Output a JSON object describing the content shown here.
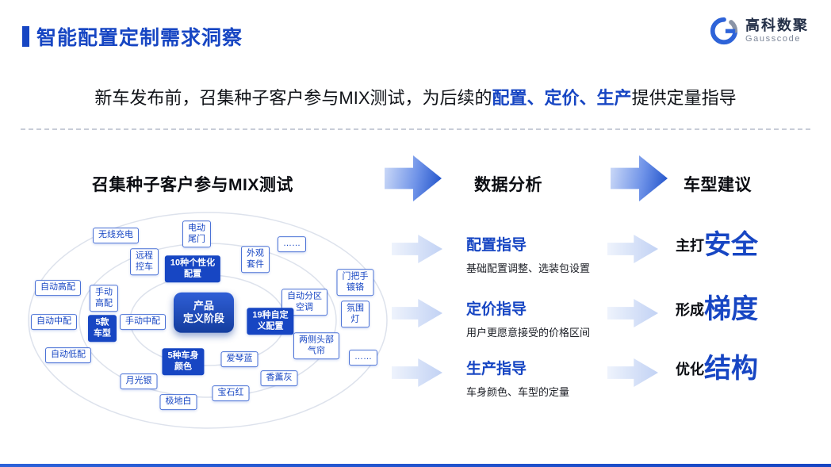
{
  "slide": {
    "title": "智能配置定制需求洞察",
    "logo": {
      "name": "高科数聚",
      "sub": "Gausscode"
    },
    "subtitle": {
      "prefix": "新车发布前，召集种子客户参与MIX测试，为后续的",
      "highlight": "配置、定价、生产",
      "suffix": "提供定量指导"
    },
    "flow": {
      "step1": "召集种子客户参与MIX测试",
      "step2": "数据分析",
      "step3": "车型建议"
    }
  },
  "diagram": {
    "center": "产品\n定义阶段",
    "nodes": [
      "无线充电",
      "电动\n尾门",
      "远程\n控车",
      "10种个性化\n配置",
      "外观\n套件",
      "……",
      "自动高配",
      "手动\n高配",
      "自动中配",
      "手动中配",
      "5款\n车型",
      "自动低配",
      "门把手\n镀铬",
      "自动分区\n空调",
      "氛围\n灯",
      "19种自定\n义配置",
      "两侧头部\n气帘",
      "……",
      "5种车身\n颜色",
      "爱琴蓝",
      "香薰灰",
      "月光银",
      "极地白",
      "宝石红"
    ]
  },
  "analysis": [
    {
      "title": "配置指导",
      "desc": "基础配置调整、选装包设置"
    },
    {
      "title": "定价指导",
      "desc": "用户更愿意接受的价格区间"
    },
    {
      "title": "生产指导",
      "desc": "车身颜色、车型的定量"
    }
  ],
  "suggestions": [
    {
      "small": "主打",
      "big": "安全"
    },
    {
      "small": "形成",
      "big": "梯度"
    },
    {
      "small": "优化",
      "big": "结构"
    }
  ],
  "colors": {
    "accent": "#1746C3"
  }
}
